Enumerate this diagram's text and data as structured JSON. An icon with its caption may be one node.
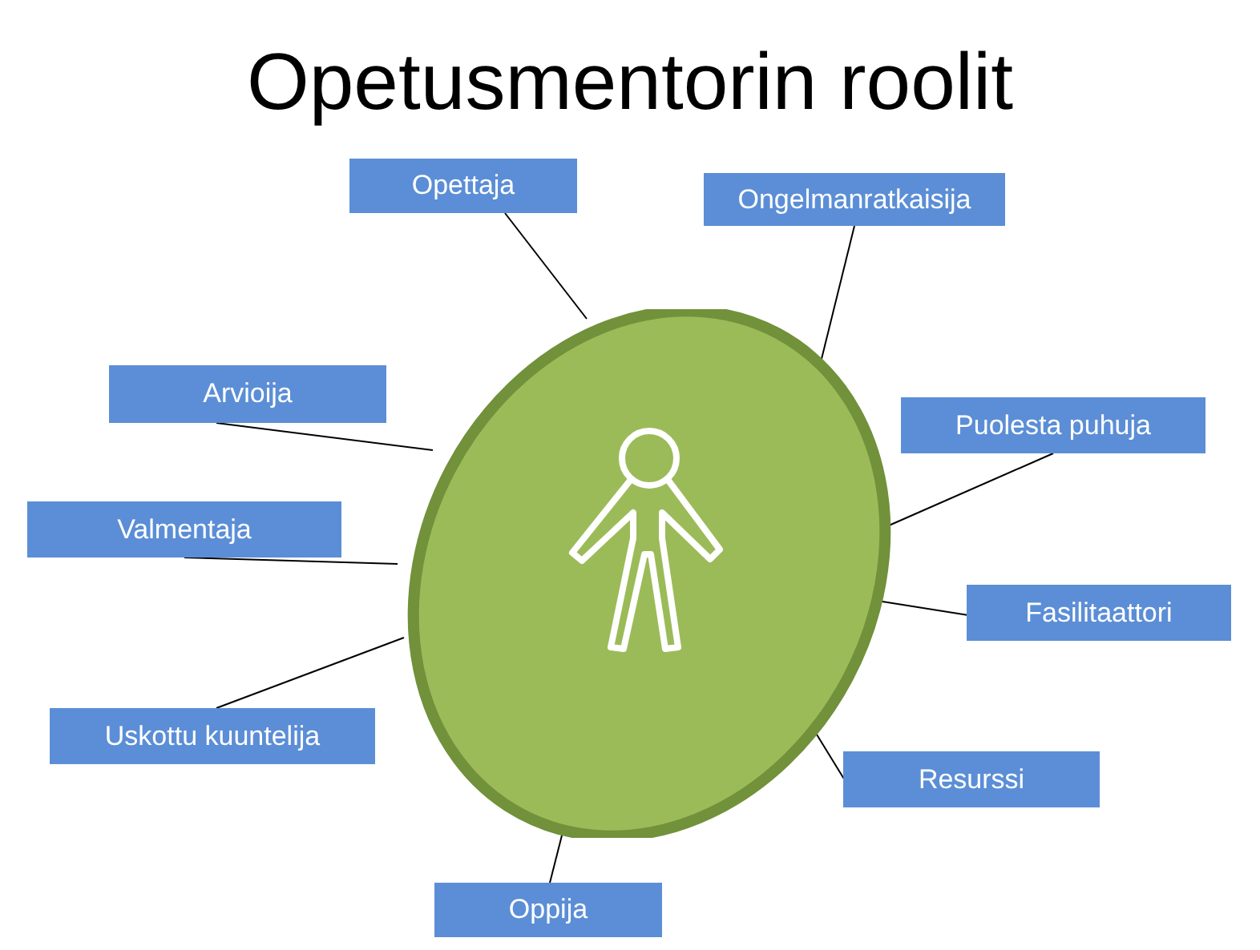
{
  "diagram": {
    "title": "Opetusmentorin roolit",
    "nodes": [
      {
        "text": [],
        "shape": "circle"
      },
      {
        "text": [
          "Opettaja"
        ]
      },
      {
        "text": [
          "Ongelmanratkaisija"
        ]
      },
      {
        "text": [
          "Arvioija"
        ]
      },
      {
        "text": [
          "Puolesta puhuja"
        ]
      },
      {
        "text": [
          "Valmentaja"
        ]
      },
      {
        "text": [
          "Fasilitaattori"
        ]
      },
      {
        "text": [
          "Uskottu kuuntelija"
        ]
      },
      {
        "text": [
          "Resurssi"
        ]
      },
      {
        "text": [
          "Oppija"
        ]
      }
    ],
    "edges": [
      {
        "from": 1,
        "to": 0,
        "arrow": "none"
      },
      {
        "from": 2,
        "to": 0,
        "arrow": "none"
      },
      {
        "from": 3,
        "to": 0,
        "arrow": "none"
      },
      {
        "from": 4,
        "to": 0,
        "arrow": "none"
      },
      {
        "from": 5,
        "to": 0,
        "arrow": "none"
      },
      {
        "from": 6,
        "to": 0,
        "arrow": "none"
      },
      {
        "from": 7,
        "to": 0,
        "arrow": "none"
      },
      {
        "from": 8,
        "to": 0,
        "arrow": "none"
      },
      {
        "from": 9,
        "to": 0,
        "arrow": "none"
      }
    ]
  }
}
